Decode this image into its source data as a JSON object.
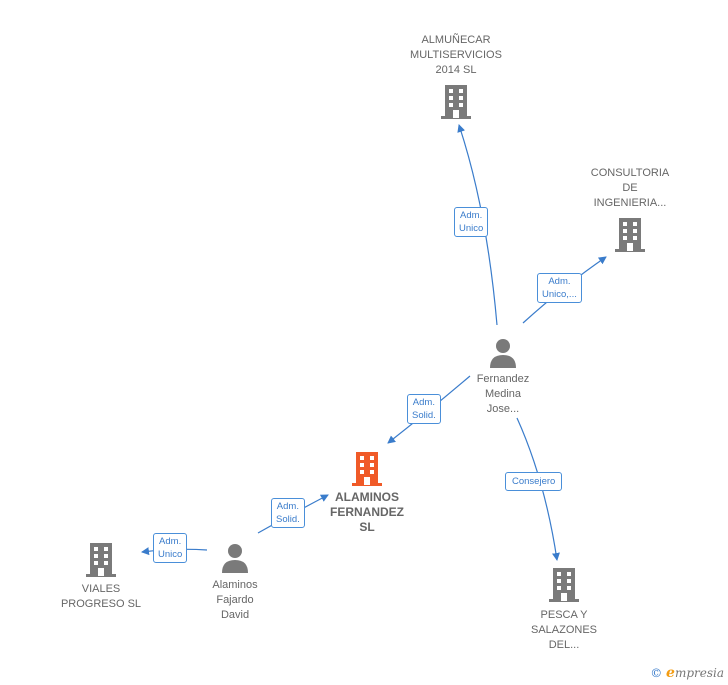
{
  "colors": {
    "edge": "#3a7ccb",
    "company_icon": "#7a7a7a",
    "main_company_icon": "#f05a28",
    "person_icon": "#7a7a7a",
    "label_text": "#666666"
  },
  "nodes": {
    "almunecar": {
      "lines": [
        "ALMUÑECAR",
        "MULTISERVICIOS",
        "2014  SL"
      ],
      "icon": "building-icon"
    },
    "consultoria": {
      "lines": [
        "CONSULTORIA",
        "DE",
        "INGENIERIA..."
      ],
      "icon": "building-icon"
    },
    "fernandez": {
      "lines": [
        "Fernandez",
        "Medina",
        "Jose..."
      ],
      "icon": "person-icon"
    },
    "alaminos_sl": {
      "lines": [
        "ALAMINOS",
        "FERNANDEZ",
        "SL"
      ],
      "icon": "building-icon"
    },
    "viales": {
      "lines": [
        "VIALES",
        "PROGRESO  SL"
      ],
      "icon": "building-icon"
    },
    "alaminos_david": {
      "lines": [
        "Alaminos",
        "Fajardo",
        "David"
      ],
      "icon": "person-icon"
    },
    "pesca": {
      "lines": [
        "PESCA Y",
        "SALAZONES",
        "DEL..."
      ],
      "icon": "building-icon"
    }
  },
  "edges": {
    "e1": {
      "lines": [
        "Adm.",
        "Unico"
      ]
    },
    "e2": {
      "lines": [
        "Adm.",
        "Unico,..."
      ]
    },
    "e3": {
      "lines": [
        "Adm.",
        "Solid."
      ]
    },
    "e4": {
      "lines": [
        "Consejero"
      ]
    },
    "e5": {
      "lines": [
        "Adm.",
        "Solid."
      ]
    },
    "e6": {
      "lines": [
        "Adm.",
        "Unico"
      ]
    }
  },
  "watermark": {
    "copyright": "©",
    "brand_e": "e",
    "brand_rest": "mpresia"
  }
}
